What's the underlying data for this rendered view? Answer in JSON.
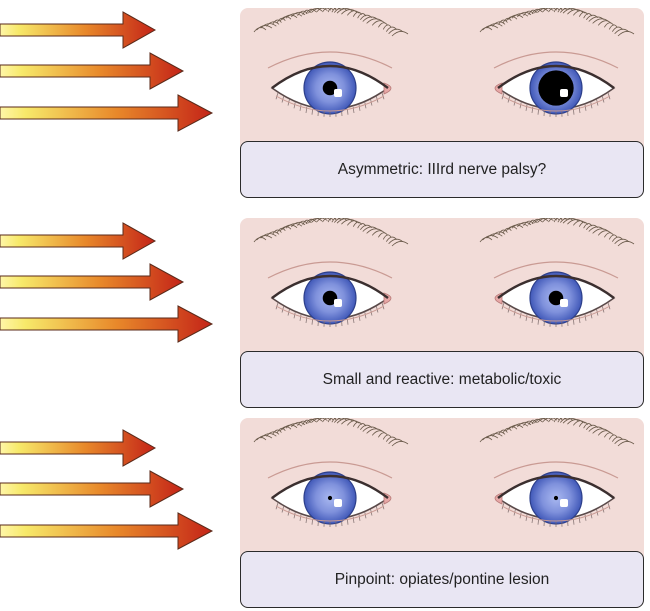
{
  "colors": {
    "arrow_start": "#f7e96a",
    "arrow_mid": "#e8882a",
    "arrow_end": "#c42418",
    "panel_bg": "#f2dcd8",
    "caption_bg": "#e9e6f3",
    "iris_outer": "#4058b8",
    "iris_inner": "#a9b8f0",
    "sclera": "#ffffff",
    "caruncle": "#e7a7a6"
  },
  "rows": [
    {
      "caption": "Asymmetric: IIIrd nerve palsy?",
      "left_pupil_ratio": 0.28,
      "right_pupil_ratio": 0.68
    },
    {
      "caption": "Small and reactive: metabolic/toxic",
      "left_pupil_ratio": 0.28,
      "right_pupil_ratio": 0.28
    },
    {
      "caption": "Pinpoint: opiates/pontine lesion",
      "left_pupil_ratio": 0.08,
      "right_pupil_ratio": 0.08
    }
  ]
}
